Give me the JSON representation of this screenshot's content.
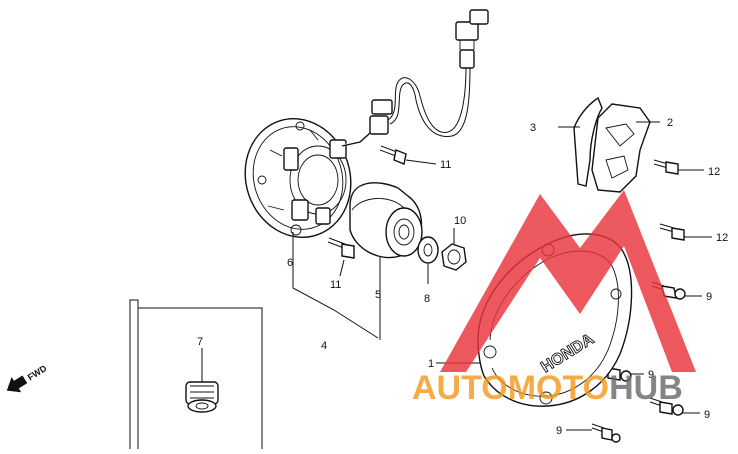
{
  "callouts": {
    "c1": "1",
    "c2": "2",
    "c3": "3",
    "c4": "4",
    "c5": "5",
    "c6": "6",
    "c7": "7",
    "c8": "8",
    "c9a": "9",
    "c9b": "9",
    "c9c": "9",
    "c9d": "9",
    "c10": "10",
    "c11a": "11",
    "c11b": "11",
    "c12a": "12",
    "c12b": "12"
  },
  "fwd_label": "FWD",
  "cover_brand": "HONDA",
  "watermark": {
    "part1": "AUTO",
    "part2": "MOTO",
    "part3": "HUB",
    "color_triangle": "#e8343a",
    "color_orange": "#f39a1e",
    "color_gray": "#6b6b6b"
  }
}
